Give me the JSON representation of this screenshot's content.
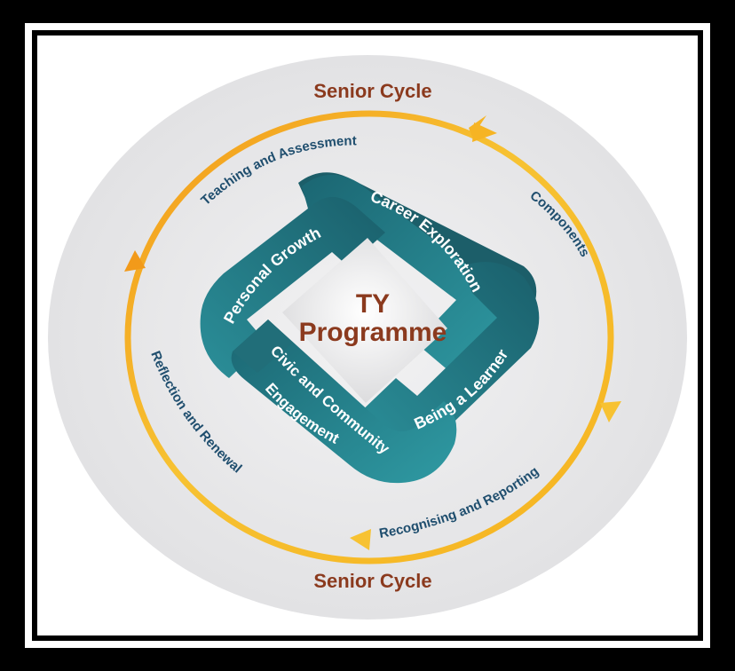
{
  "title_top": "Senior Cycle",
  "title_bottom": "Senior Cycle",
  "cycle": {
    "teaching": "Teaching and Assessment",
    "components": "Components",
    "recognising": "Recognising and Reporting",
    "reflection": "Reflection and Renewal"
  },
  "bands": {
    "career": "Career Exploration",
    "personal": "Personal Growth",
    "civic_line1": "Civic and Community",
    "civic_line2": "Engagement",
    "learner": "Being a Learner"
  },
  "centre": {
    "line1": "TY",
    "line2": "Programme"
  },
  "colors": {
    "cycle_title": "#8b3a1e",
    "cycle_label": "#1f4e6e",
    "band_dark": "#1d6d78",
    "band_light": "#2a96a0",
    "ring_orange": "#f2a21e",
    "ring_yellow": "#f7c632",
    "ellipse": "#e6e6e8"
  }
}
